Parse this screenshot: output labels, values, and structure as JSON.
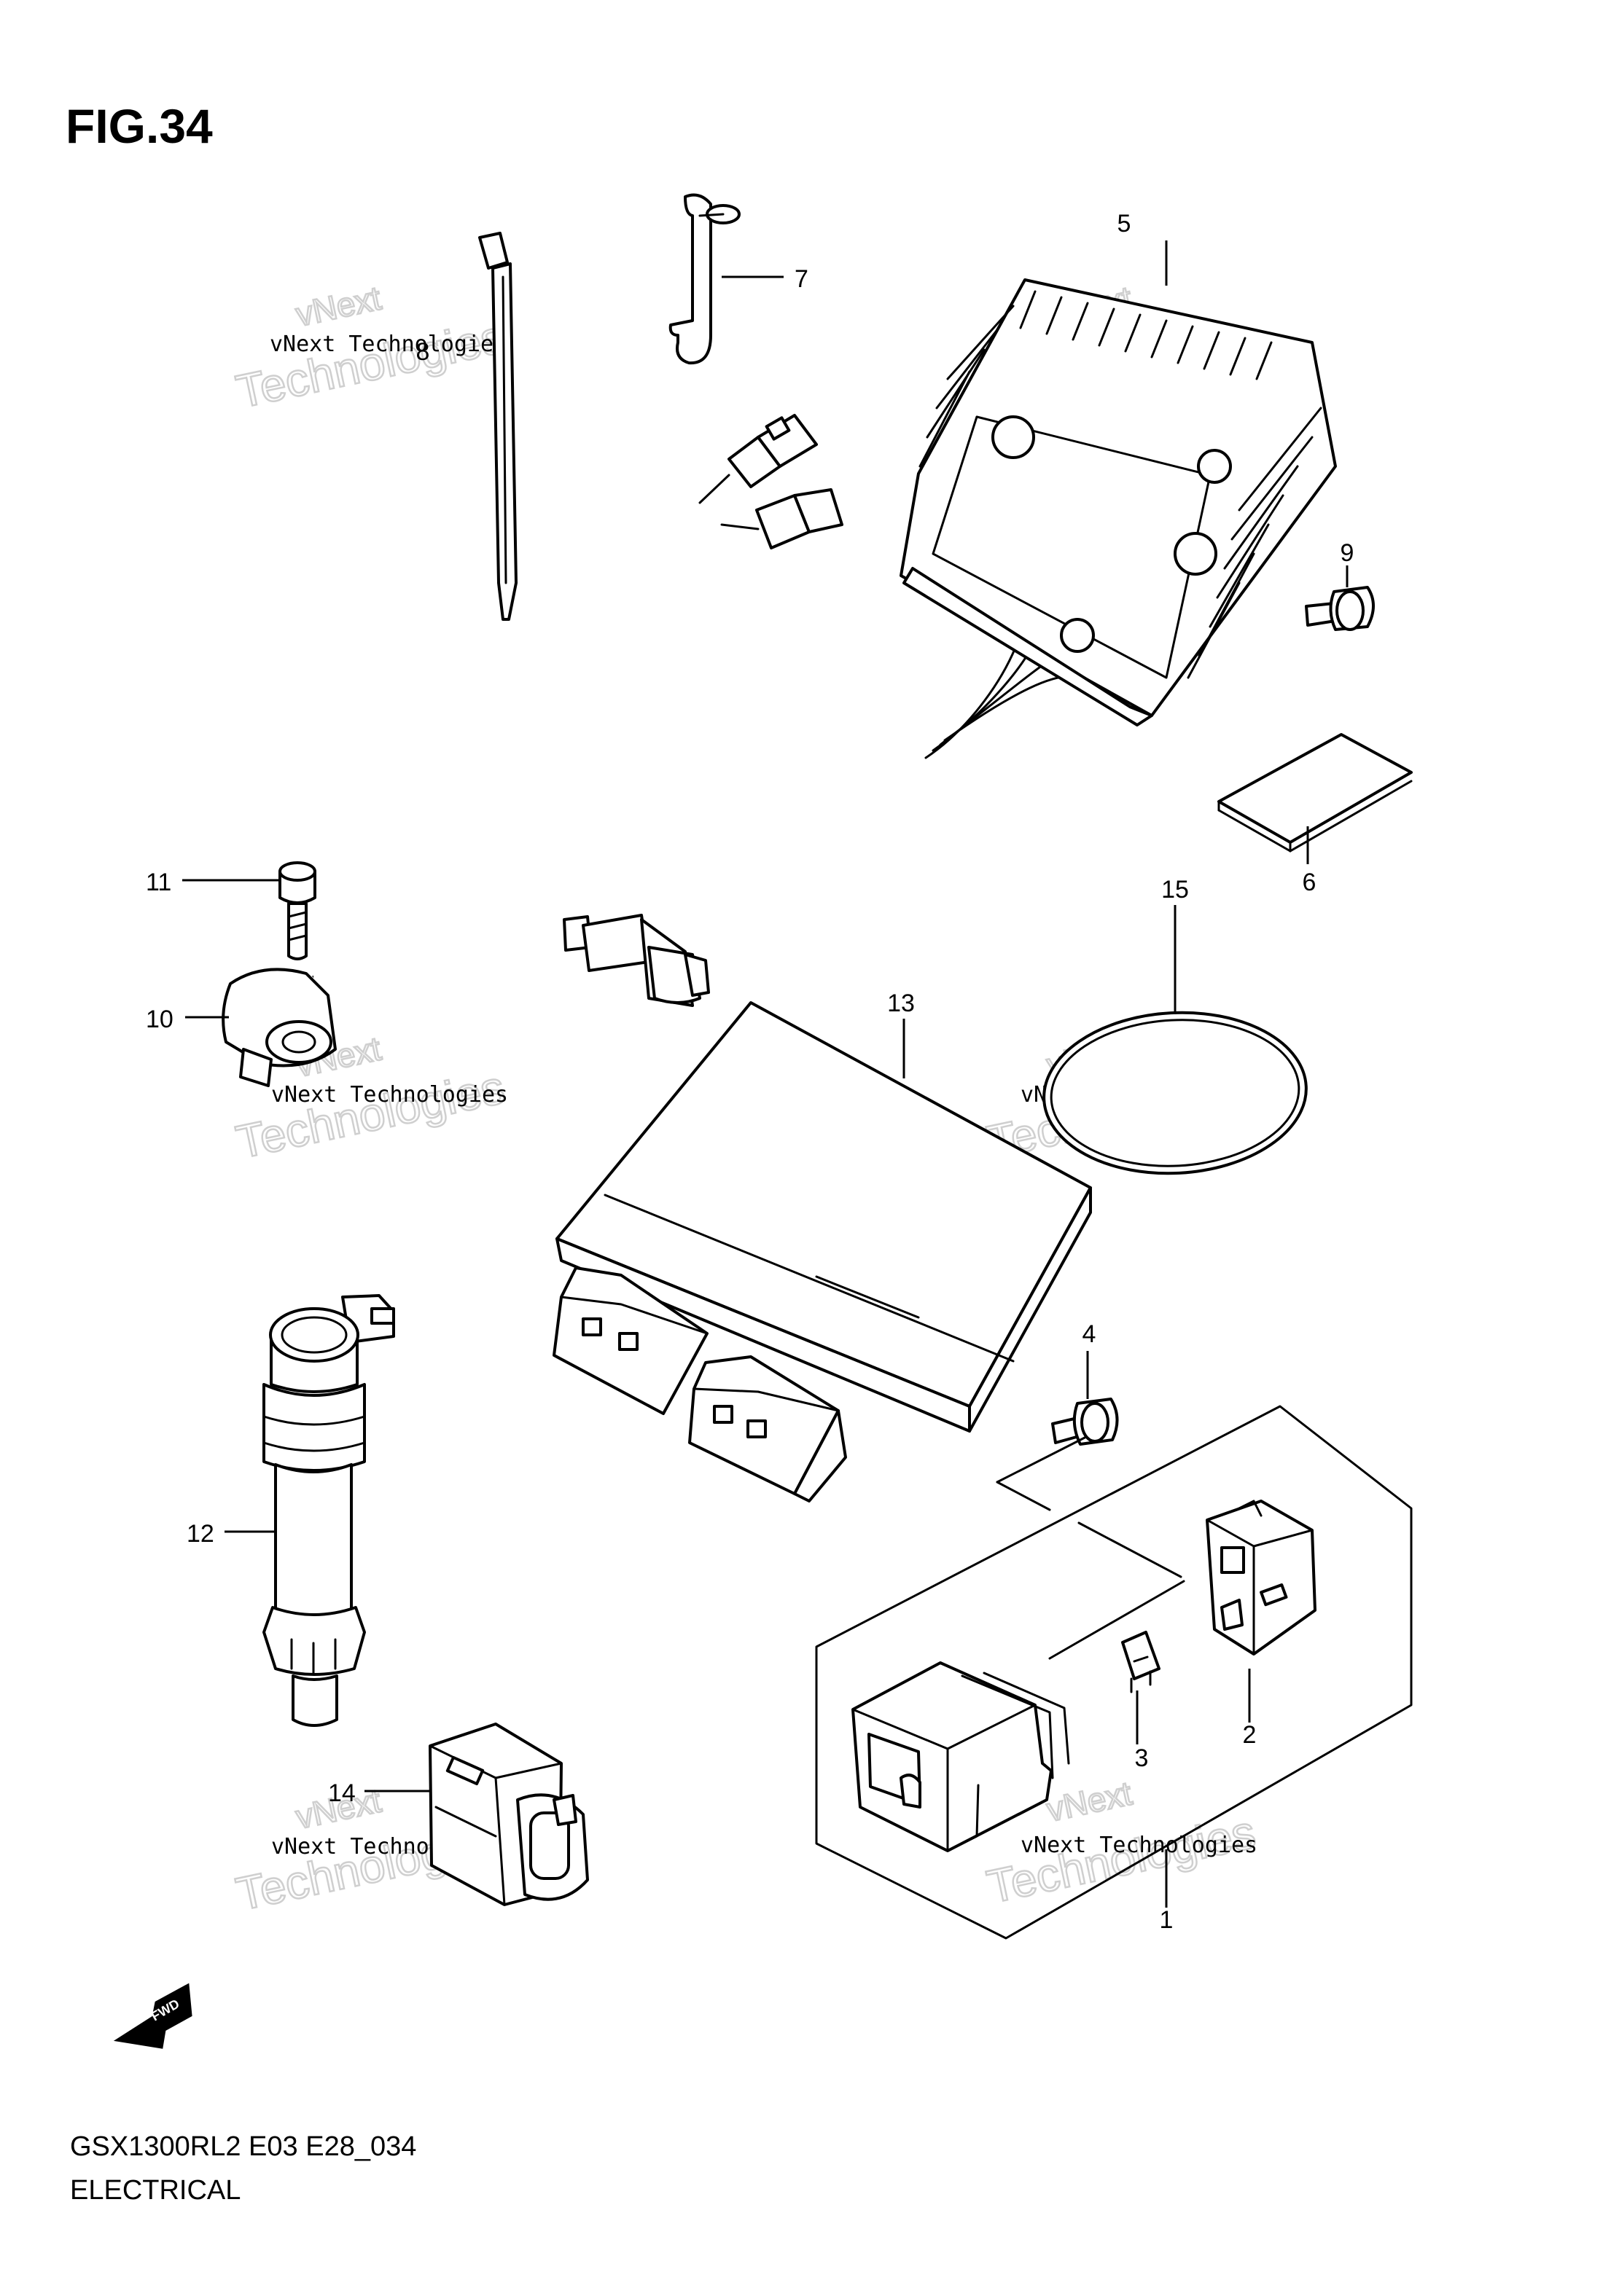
{
  "figure": {
    "title": "FIG.34",
    "code": "GSX1300RL2 E03 E28_034",
    "section": "ELECTRICAL"
  },
  "direction_badge": "FWD",
  "callouts": [
    "1",
    "2",
    "3",
    "4",
    "5",
    "6",
    "7",
    "8",
    "9",
    "10",
    "11",
    "12",
    "13",
    "14",
    "15"
  ],
  "watermark": {
    "company": "vNext Technologies",
    "ghost_top": "vNext",
    "ghost_bottom": "Technologies"
  }
}
